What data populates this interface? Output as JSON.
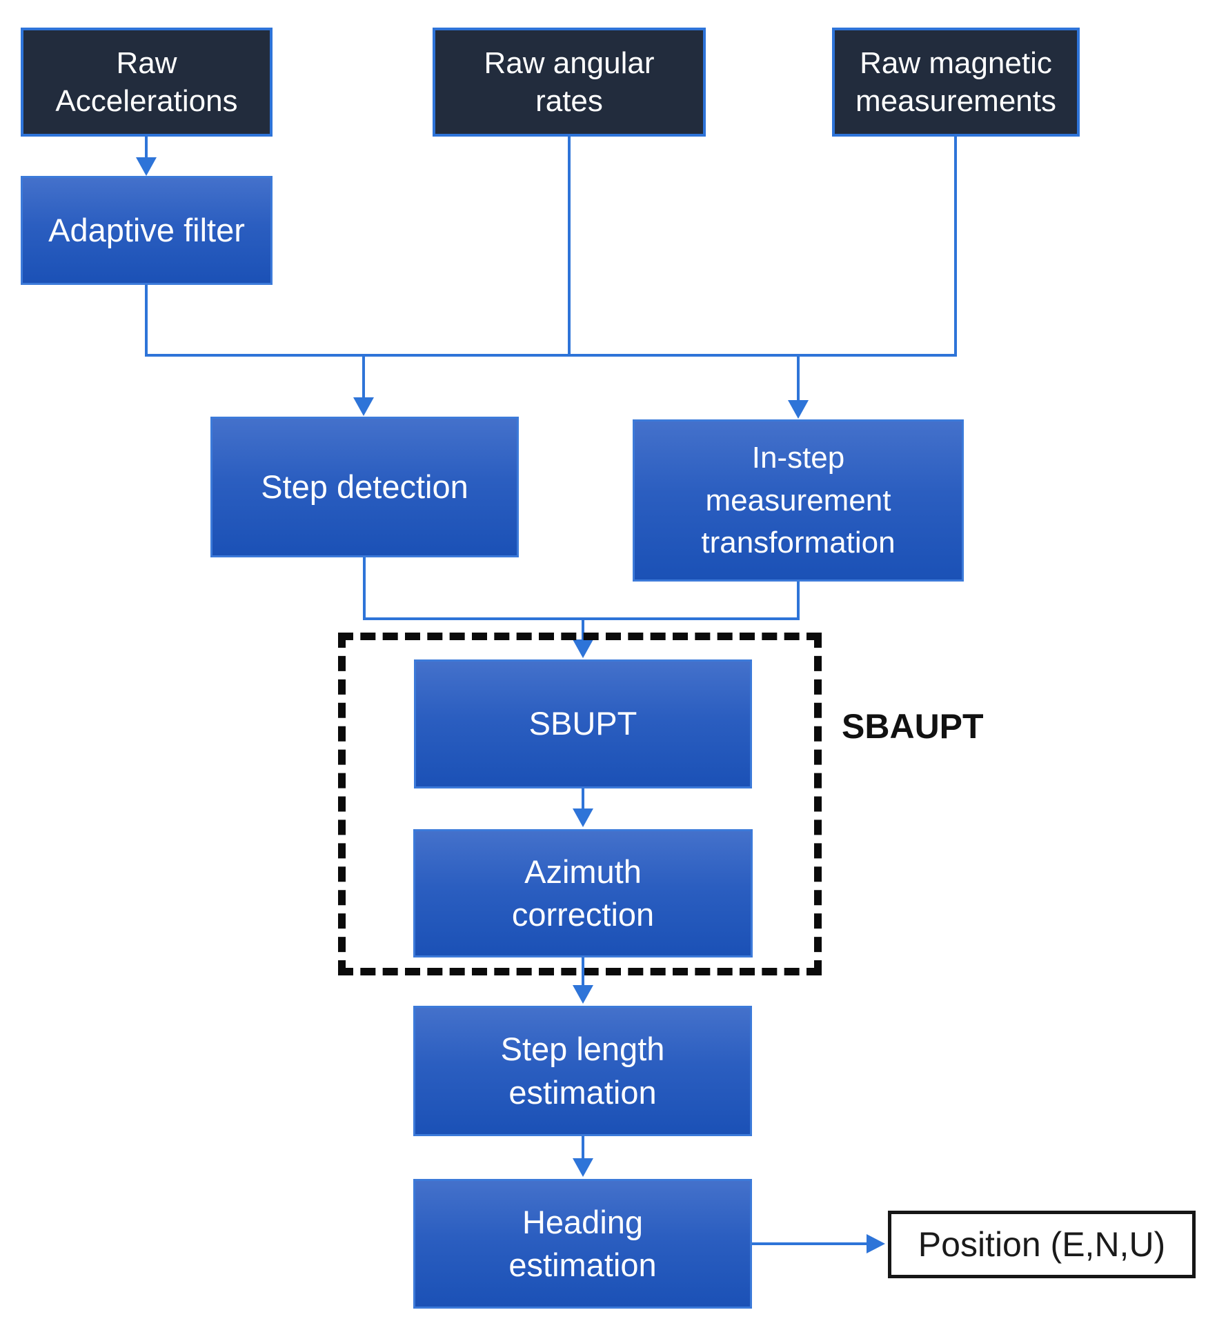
{
  "diagram": {
    "nodes": {
      "raw_accelerations": {
        "label": "Raw\nAccelerations"
      },
      "raw_angular_rates": {
        "label": "Raw angular\nrates"
      },
      "raw_magnetic_measurements": {
        "label": "Raw magnetic\nmeasurements"
      },
      "adaptive_filter": {
        "label": "Adaptive filter"
      },
      "step_detection": {
        "label": "Step detection"
      },
      "in_step_measurement_transformation": {
        "label": "In-step\nmeasurement\ntransformation"
      },
      "sbupt": {
        "label": "SBUPT"
      },
      "azimuth_correction": {
        "label": "Azimuth\ncorrection"
      },
      "step_length_estimation": {
        "label": "Step length\nestimation"
      },
      "heading_estimation": {
        "label": "Heading\nestimation"
      },
      "position_output": {
        "label": "Position (E,N,U)"
      }
    },
    "group_label": "SBAUPT"
  },
  "colors": {
    "canvas_bg": "#ffffff",
    "dark_node_fill": "#222c3d",
    "dark_node_border": "#2e74d9",
    "blue_node_top": "#4471cb",
    "blue_node_bottom": "#1b51b6",
    "blue_node_border": "#3c7ad9",
    "connector": "#2e74d8",
    "dashed_border": "#0b0b0b",
    "node_text": "#ffffff",
    "output_text": "#1a1a1a",
    "group_label_color": "#111111"
  }
}
